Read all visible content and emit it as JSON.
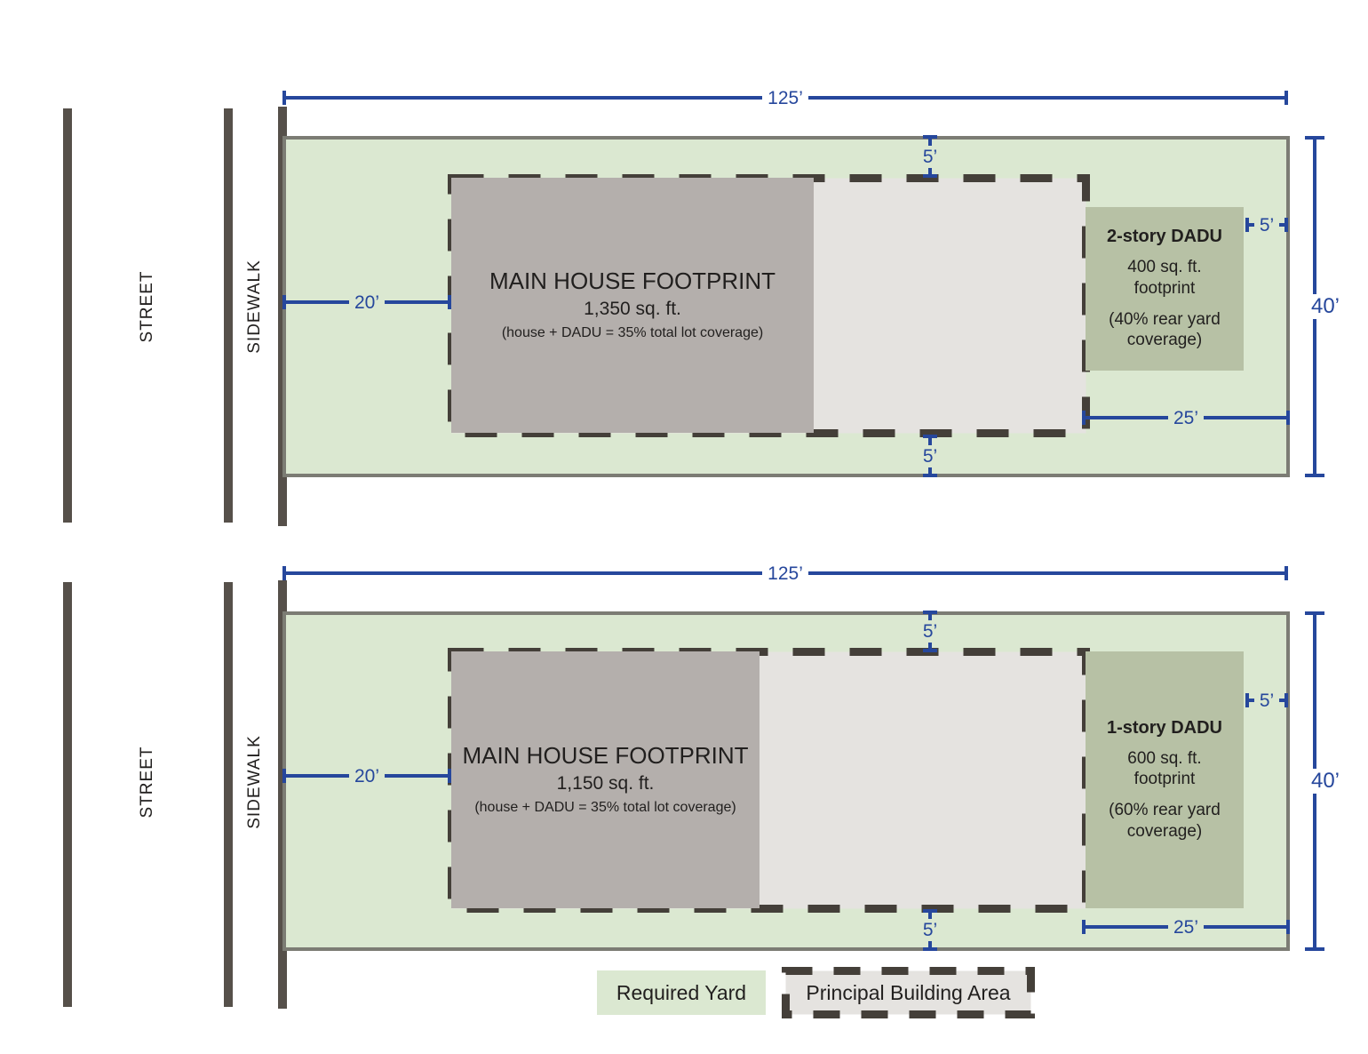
{
  "title": "DADU rear-yard coverage zoning diagrams",
  "colors": {
    "lot_green": "#dbe8d1",
    "dadu_green": "#b7c1a5",
    "house_gray": "#b4afac",
    "principal_area_gray": "#e5e3e0",
    "dash_dark": "#443f39",
    "street_line_dark": "#56504a",
    "lot_border_gray": "#7c7c74",
    "dimension_blue": "#26479c"
  },
  "diagrams": [
    {
      "street_label": "STREET",
      "sidewalk_label": "SIDEWALK",
      "dims": {
        "lot_width": "125’",
        "front_setback": "20’",
        "north_setback": "5’",
        "south_setback": "5’",
        "rear_yard_depth": "25’",
        "dadu_rear_setback": "5’",
        "lot_depth": "40’"
      },
      "house": {
        "title": "MAIN HOUSE FOOTPRINT",
        "area": "1,350 sq. ft.",
        "note": "(house + DADU = 35% total lot coverage)"
      },
      "dadu": {
        "title": "2-story DADU",
        "area": "400 sq. ft. footprint",
        "note": "(40% rear yard coverage)"
      }
    },
    {
      "street_label": "STREET",
      "sidewalk_label": "SIDEWALK",
      "dims": {
        "lot_width": "125’",
        "front_setback": "20’",
        "north_setback": "5’",
        "south_setback": "5’",
        "rear_yard_depth": "25’",
        "dadu_rear_setback": "5’",
        "lot_depth": "40’"
      },
      "house": {
        "title": "MAIN HOUSE FOOTPRINT",
        "area": "1,150 sq. ft.",
        "note": "(house + DADU = 35% total lot coverage)"
      },
      "dadu": {
        "title": "1-story DADU",
        "area": "600 sq. ft. footprint",
        "note": "(60% rear yard coverage)"
      }
    }
  ],
  "legend": {
    "required_yard": "Required Yard",
    "principal_building_area": "Principal Building Area"
  }
}
